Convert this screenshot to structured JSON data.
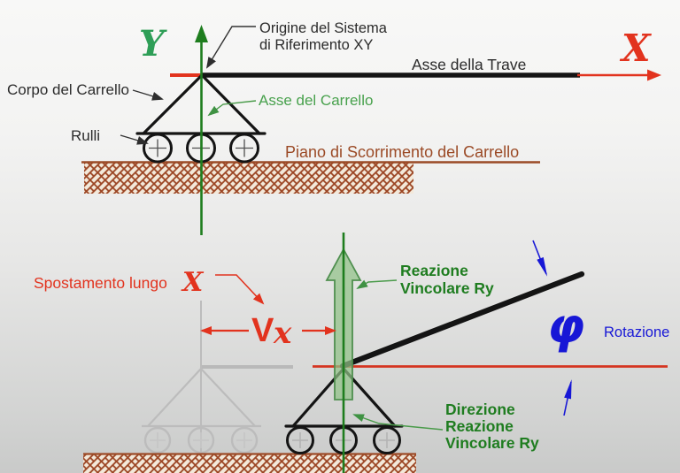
{
  "colors": {
    "background_top": "#f8f8f7",
    "background_bottom": "#c9cac9",
    "axis_green": "#1e7d1e",
    "green_label": "#48a14d",
    "green_bold_label": "#1f7d20",
    "reaction_arrow_fill": "#a5c89d",
    "red": "#e2331e",
    "bottom_red_line": "#d53420",
    "blue": "#1717d6",
    "beam_black": "#141414",
    "hatch_brown": "#9b4422",
    "ghost_gray": "#bcbcbc"
  },
  "top": {
    "y_label": "Y",
    "x_label": "X",
    "origin_line1": "Origine del Sistema",
    "origin_line2": "di Riferimento XY",
    "beam_label": "Asse della Trave",
    "body_label": "Corpo del Carrello",
    "rollers_label": "Rulli",
    "axis_label": "Asse del Carrello",
    "plane_label": "Piano di Scorrimento del Carrello"
  },
  "bottom": {
    "displacement_label": "Spostamento lungo",
    "displacement_axis_symbol": "X",
    "vx_letter": "V",
    "vx_sub": "x",
    "reaction_line1": "Reazione",
    "reaction_line2": "Vincolare Ry",
    "phi": "φ",
    "rotation_label": "Rotazione",
    "direction_line1": "Direzione",
    "direction_line2": "Reazione",
    "direction_line3": "Vincolare Ry"
  }
}
